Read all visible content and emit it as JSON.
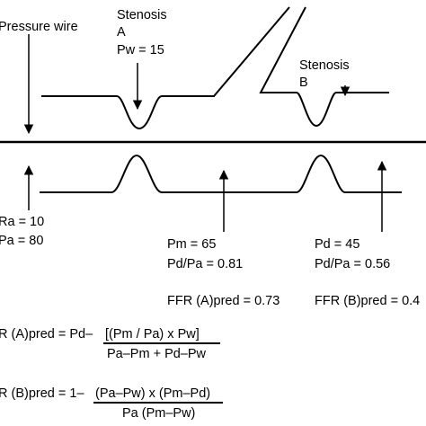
{
  "labels": {
    "pressure_wire": "Pressure wire",
    "stenosis_a": {
      "title": "Stenosis",
      "letter": "A",
      "pw": "Pw = 15"
    },
    "stenosis_b": {
      "title": "Stenosis",
      "letter": "B"
    },
    "ra": "Ra = 10",
    "pa": "Pa = 80",
    "pm": "Pm = 65",
    "pd_pa_a": "Pd/Pa = 0.81",
    "pd": "Pd = 45",
    "pd_pa_b": "Pd/Pa = 0.56",
    "ffr_a_pred": "FFR (A)pred = 0.73",
    "ffr_b_pred": "FFR (B)pred = 0.4"
  },
  "formula_a": {
    "left": "R (A)pred = Pd–",
    "numerator": "[(Pm / Pa) x Pw]",
    "denominator": "Pa–Pm + Pd–Pw"
  },
  "formula_b": {
    "left": "R (B)pred = 1–",
    "numerator": "(Pa–Pw) x (Pm–Pd)",
    "denominator": "Pa (Pm–Pw)"
  },
  "colors": {
    "ink": "#000000",
    "background": "#ffffff"
  }
}
